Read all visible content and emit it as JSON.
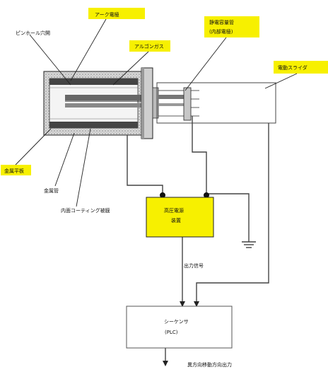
{
  "labels": {
    "arc_electrode": "アーク電極",
    "pinhole": "ピンホール穴開",
    "argon_gas": "アルゴンガス",
    "capacitance_tube": "静電容量管",
    "inner_electrode": "(内部電極)",
    "moving_slide": "電動スライダ",
    "metal_flat_plate": "金属平板",
    "metal_tube": "金属管",
    "inner_coating": "内面コーティング被膜",
    "detector_line1": "高圧電源",
    "detector_line2": "装置",
    "output_signal": "出力信号",
    "sequencer_line1": "シーケンサ",
    "sequencer_line2": "(PLC)",
    "drive_output": "異方向移動方向出力"
  },
  "colors": {
    "highlight": "#f7f000",
    "line": "#111111",
    "hatch": "#9a9a9a"
  }
}
